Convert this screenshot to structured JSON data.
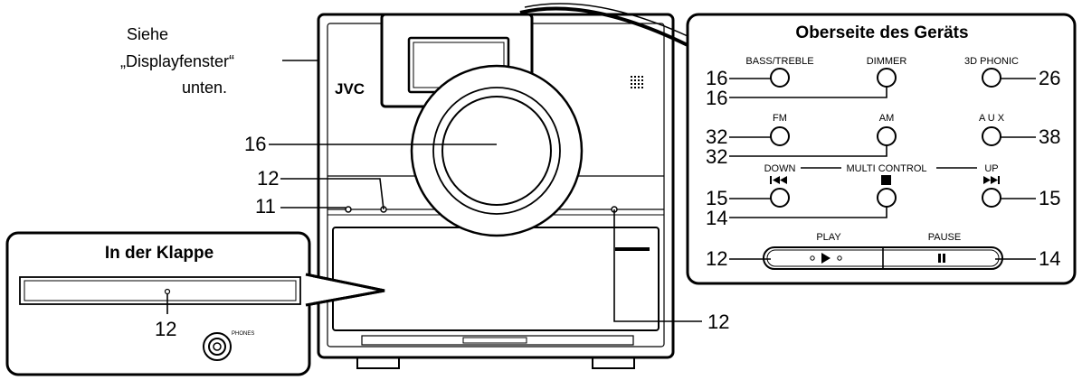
{
  "note": {
    "line1": "Siehe",
    "line2": "„Displayfenster“",
    "line3": "unten."
  },
  "device": {
    "brand": "JVC"
  },
  "main_callouts": {
    "dial": "16",
    "standby_upper": "12",
    "standby_lower": "11",
    "disc_tray": "12"
  },
  "top_panel": {
    "title": "Oberseite des Geräts",
    "buttons": [
      {
        "id": "bass-treble",
        "label": "BASS/TREBLE",
        "ref": "16"
      },
      {
        "id": "dimmer",
        "label": "DIMMER",
        "ref": "16"
      },
      {
        "id": "3d-phonic",
        "label": "3D PHONIC",
        "ref": "26"
      },
      {
        "id": "fm",
        "label": "FM",
        "ref": "32"
      },
      {
        "id": "am",
        "label": "AM",
        "ref": "32"
      },
      {
        "id": "aux",
        "label": "A U X",
        "ref": "38"
      },
      {
        "id": "down",
        "label": "DOWN",
        "ref": "15"
      },
      {
        "id": "stop",
        "label": "MULTI CONTROL",
        "ref": "14"
      },
      {
        "id": "up",
        "label": "UP",
        "ref": "15"
      }
    ],
    "play_label": "PLAY",
    "pause_label": "PAUSE",
    "play_ref": "12",
    "pause_ref": "14"
  },
  "flap_panel": {
    "title": "In der Klappe",
    "slot_ref": "12",
    "phones_label": "PHONES"
  }
}
